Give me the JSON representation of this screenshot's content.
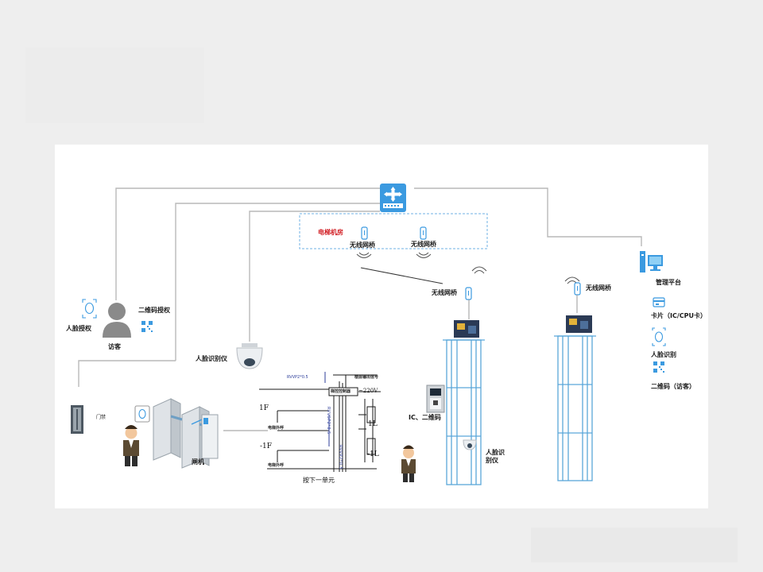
{
  "diagram": {
    "labels": {
      "machine_room": "电梯机房",
      "bridge_room_1": "无线网桥",
      "bridge_room_2": "无线网桥",
      "bridge_car_1": "无线网桥",
      "bridge_car_2": "无线网桥",
      "management_platform": "管理平台",
      "card": "卡片（IC/CPU卡）",
      "face_recognition": "人脸识别",
      "qr_visitor": "二维码（访客）",
      "face_auth": "人脸授权",
      "qr_auth": "二维码授权",
      "visitor": "访客",
      "face_device_dome": "人脸识别仪",
      "door_lock": "门禁",
      "gate": "闸机",
      "ic_qr": "IC、二维码",
      "face_device_car": "人脸识\n别仪"
    },
    "wiring": {
      "floor_1f": "1F",
      "floor_b1": "-1F",
      "floor_1l": "1L",
      "floor_b1l": "-1L",
      "hall_call_1": "电梯外呼",
      "hall_call_2": "电梯外呼",
      "controller": "梯控控制器",
      "power": "~220V",
      "signal": "楼层输出信号",
      "unit_label": "按下一单元",
      "cable_top": "RVVP2*0.5",
      "cable_v1": "RVVSP2*0.5",
      "cable_v2": "RVVP2*0.5"
    },
    "colors": {
      "line": "#b9b9b9",
      "shaft": "#5aa7d9",
      "router": "#3b9ae0",
      "dash": "#6fb0e6",
      "red": "#d0191f"
    }
  }
}
